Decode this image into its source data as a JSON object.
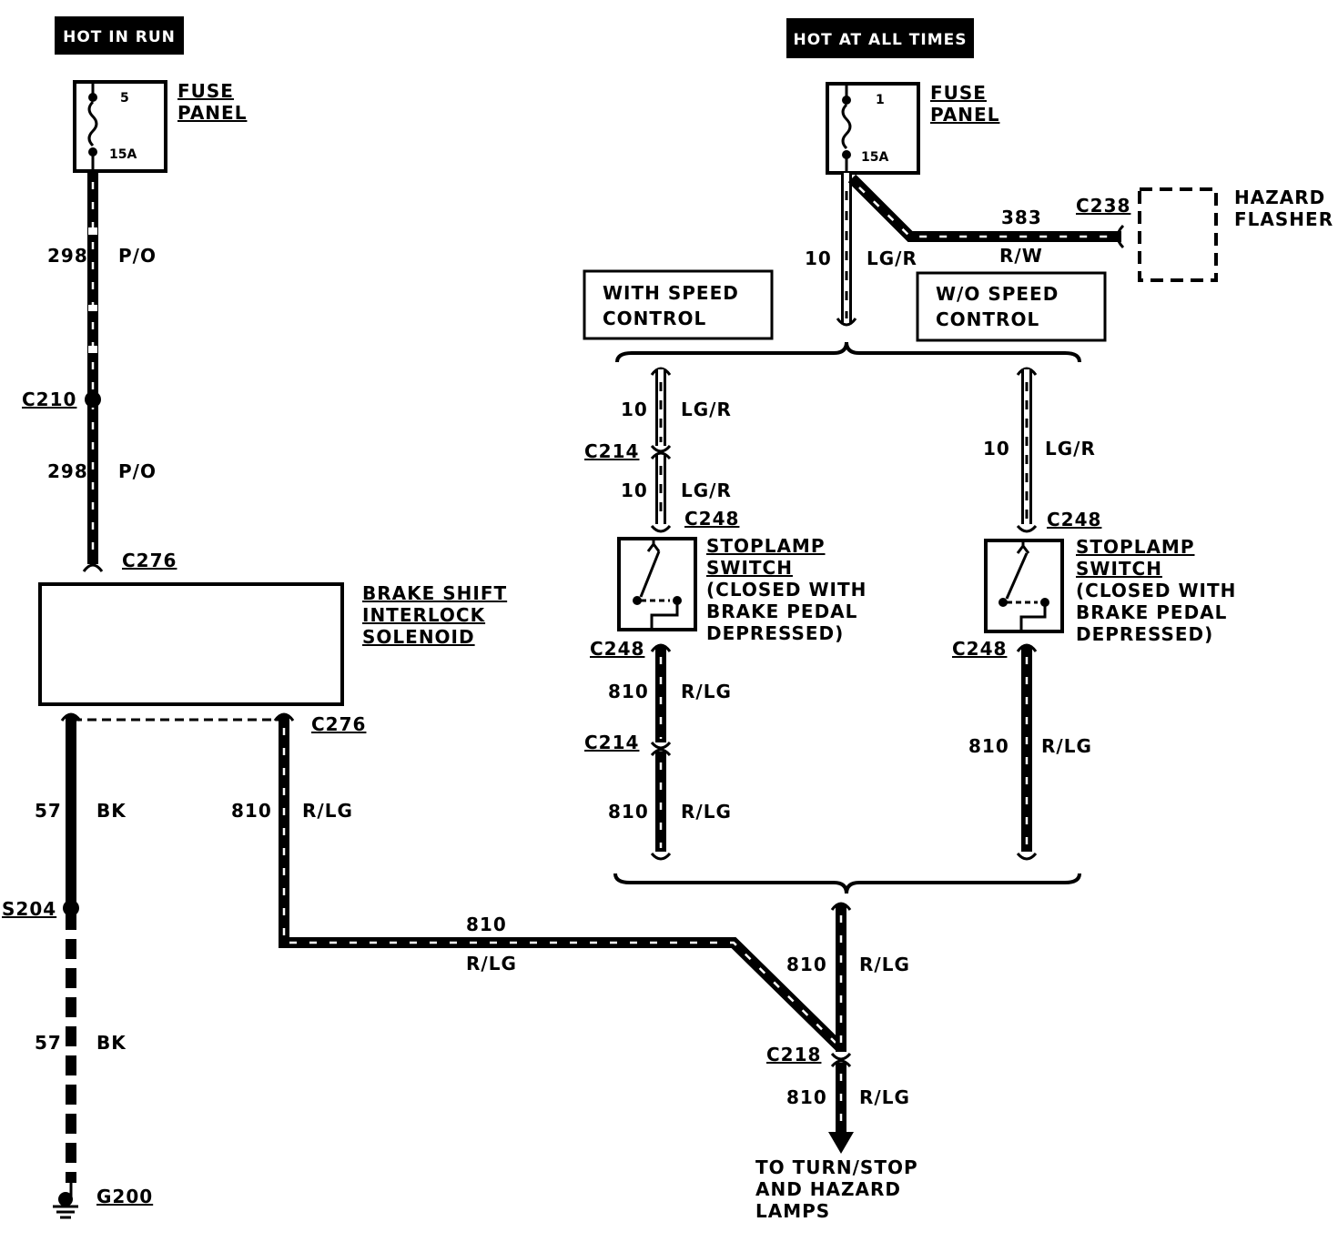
{
  "header_left": "HOT IN RUN",
  "header_right": "HOT AT ALL TIMES",
  "fuse_left": {
    "number": "5",
    "rating": "15A",
    "label_line1": "FUSE",
    "label_line2": "PANEL"
  },
  "fuse_right": {
    "number": "1",
    "rating": "15A",
    "label_line1": "FUSE",
    "label_line2": "PANEL"
  },
  "wires": {
    "c298_a": {
      "circuit": "298",
      "color": "P/O"
    },
    "c298_b": {
      "circuit": "298",
      "color": "P/O"
    },
    "c10_main": {
      "circuit": "10",
      "color": "LG/R"
    },
    "c383": {
      "circuit": "383",
      "color": "R/W"
    },
    "c10_ws_a": {
      "circuit": "10",
      "color": "LG/R"
    },
    "c10_ws_b": {
      "circuit": "10",
      "color": "LG/R"
    },
    "c10_wo": {
      "circuit": "10",
      "color": "LG/R"
    },
    "c810_ws_a": {
      "circuit": "810",
      "color": "R/LG"
    },
    "c810_ws_b": {
      "circuit": "810",
      "color": "R/LG"
    },
    "c810_wo": {
      "circuit": "810",
      "color": "R/LG"
    },
    "c57_a": {
      "circuit": "57",
      "color": "BK"
    },
    "c57_b": {
      "circuit": "57",
      "color": "BK"
    },
    "c810_sol": {
      "circuit": "810",
      "color": "R/LG"
    },
    "c810_horiz": {
      "circuit": "810",
      "color": "R/LG"
    },
    "c810_main_a": {
      "circuit": "810",
      "color": "R/LG"
    },
    "c810_main_b": {
      "circuit": "810",
      "color": "R/LG"
    }
  },
  "connectors": {
    "c210": "C210",
    "c276_top": "C276",
    "c276_bottom": "C276",
    "s204": "S204",
    "g200": "G200",
    "c238": "C238",
    "c214_a": "C214",
    "c214_b": "C214",
    "c248_ws_top": "C248",
    "c248_ws_bot": "C248",
    "c248_wo_top": "C248",
    "c248_wo_bot": "C248",
    "c218": "C218"
  },
  "components": {
    "solenoid": [
      "BRAKE SHIFT",
      "INTERLOCK",
      "SOLENOID"
    ],
    "hazard": [
      "HAZARD",
      "FLASHER"
    ],
    "with_speed": [
      "WITH SPEED",
      "CONTROL"
    ],
    "wo_speed": [
      "W/O SPEED",
      "CONTROL"
    ],
    "stoplamp_left": [
      "STOPLAMP",
      "SWITCH",
      "(CLOSED WITH",
      "BRAKE PEDAL",
      "DEPRESSED)"
    ],
    "stoplamp_right": [
      "STOPLAMP",
      "SWITCH",
      "(CLOSED WITH",
      "BRAKE PEDAL",
      "DEPRESSED)"
    ]
  },
  "destination": [
    "TO TURN/STOP",
    "AND HAZARD",
    "LAMPS"
  ]
}
